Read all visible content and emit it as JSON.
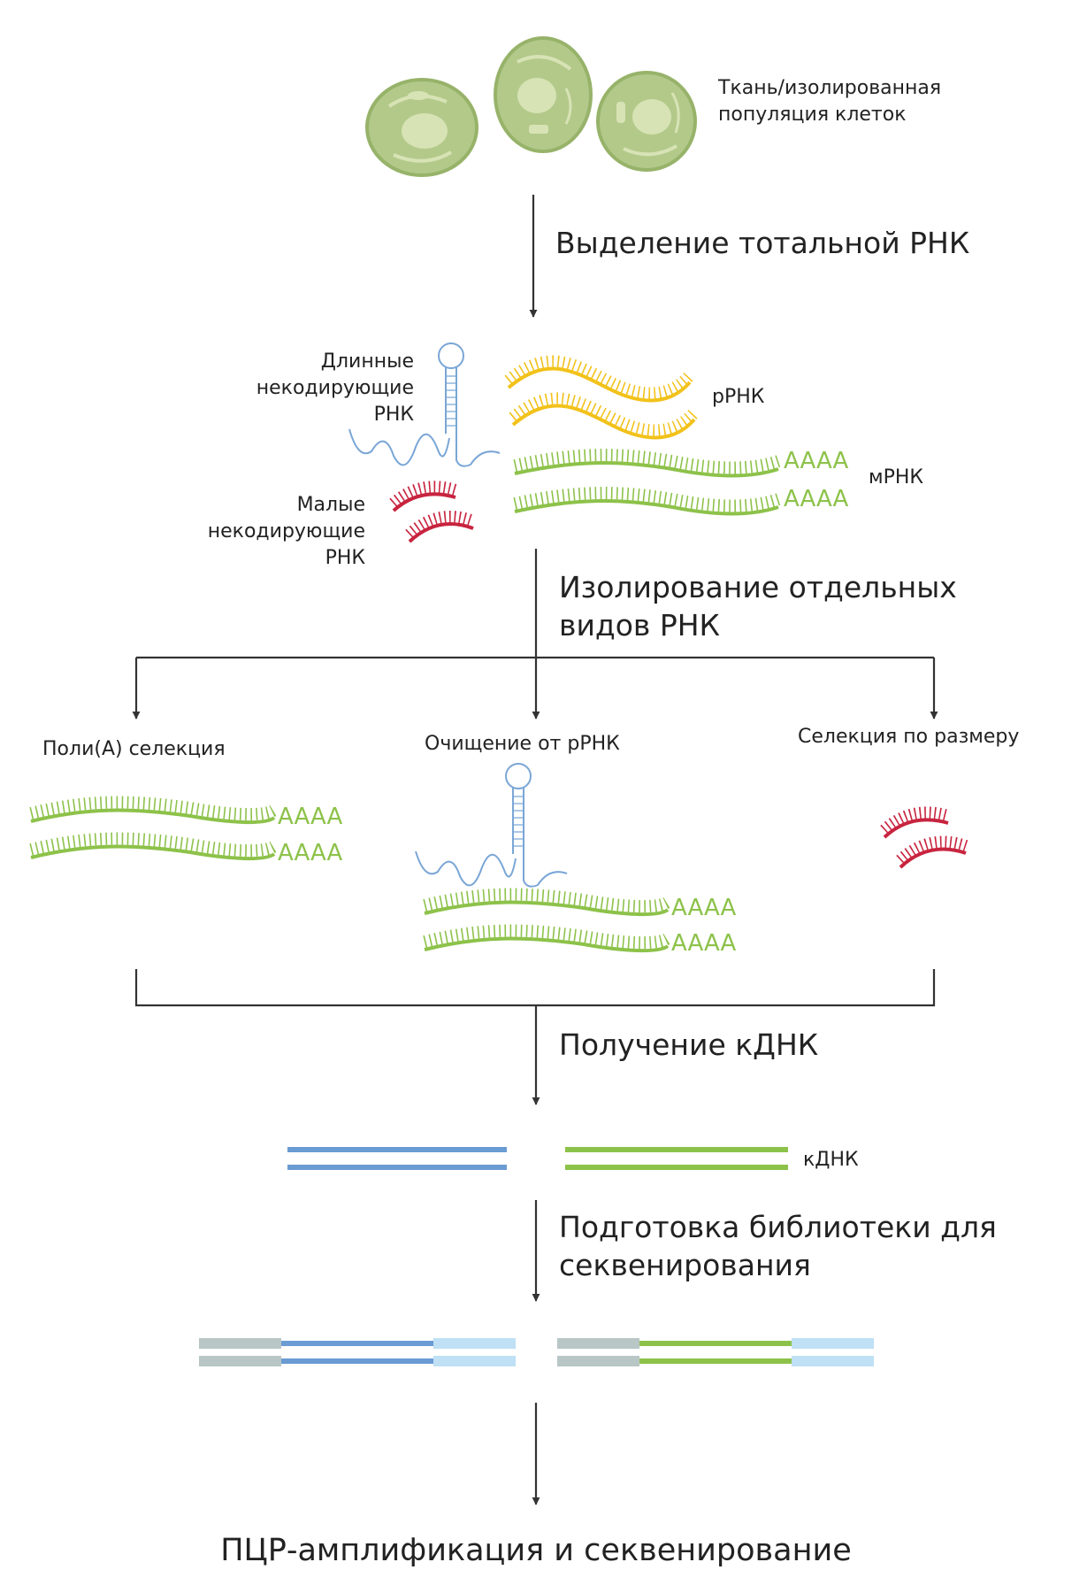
{
  "cells_label": [
    "Ткань/изолированная",
    "популяция клеток"
  ],
  "steps": {
    "total_rna": "Выделение тотальной РНК",
    "isolate_types": [
      "Изолирование отдельных",
      "видов РНК"
    ],
    "cdna": "Получение кДНК",
    "library": [
      "Подготовка библиотеки для",
      "секвенирования"
    ],
    "final": "ПЦР-амплификация и секвенирование"
  },
  "rna_types": {
    "lncrna": [
      "Длинные",
      "некодирующие",
      "РНК"
    ],
    "rrna": "рРНК",
    "mrna": "мРНК",
    "sncrna": [
      "Малые",
      "некодирующие",
      "РНК"
    ]
  },
  "polya_tail": "AAAA",
  "branches": {
    "poly_a": "Поли(А) селекция",
    "rrna_depletion": "Очищение от рРНК",
    "size_selection": "Селекция по размеру"
  },
  "cdna_label": "кДНК",
  "colors": {
    "cell_fill": "#b3c98a",
    "mrna": "#8dc24a",
    "rrna": "#f2c21b",
    "sncrna": "#c8243f",
    "lncrna": "#7aa6d6",
    "cdna_blue": "#6a9bd3",
    "cdna_green": "#8dc24a",
    "adapter_grey": "#b8c6c6",
    "adapter_light": "#bfe0f5",
    "arrow": "#333333"
  }
}
